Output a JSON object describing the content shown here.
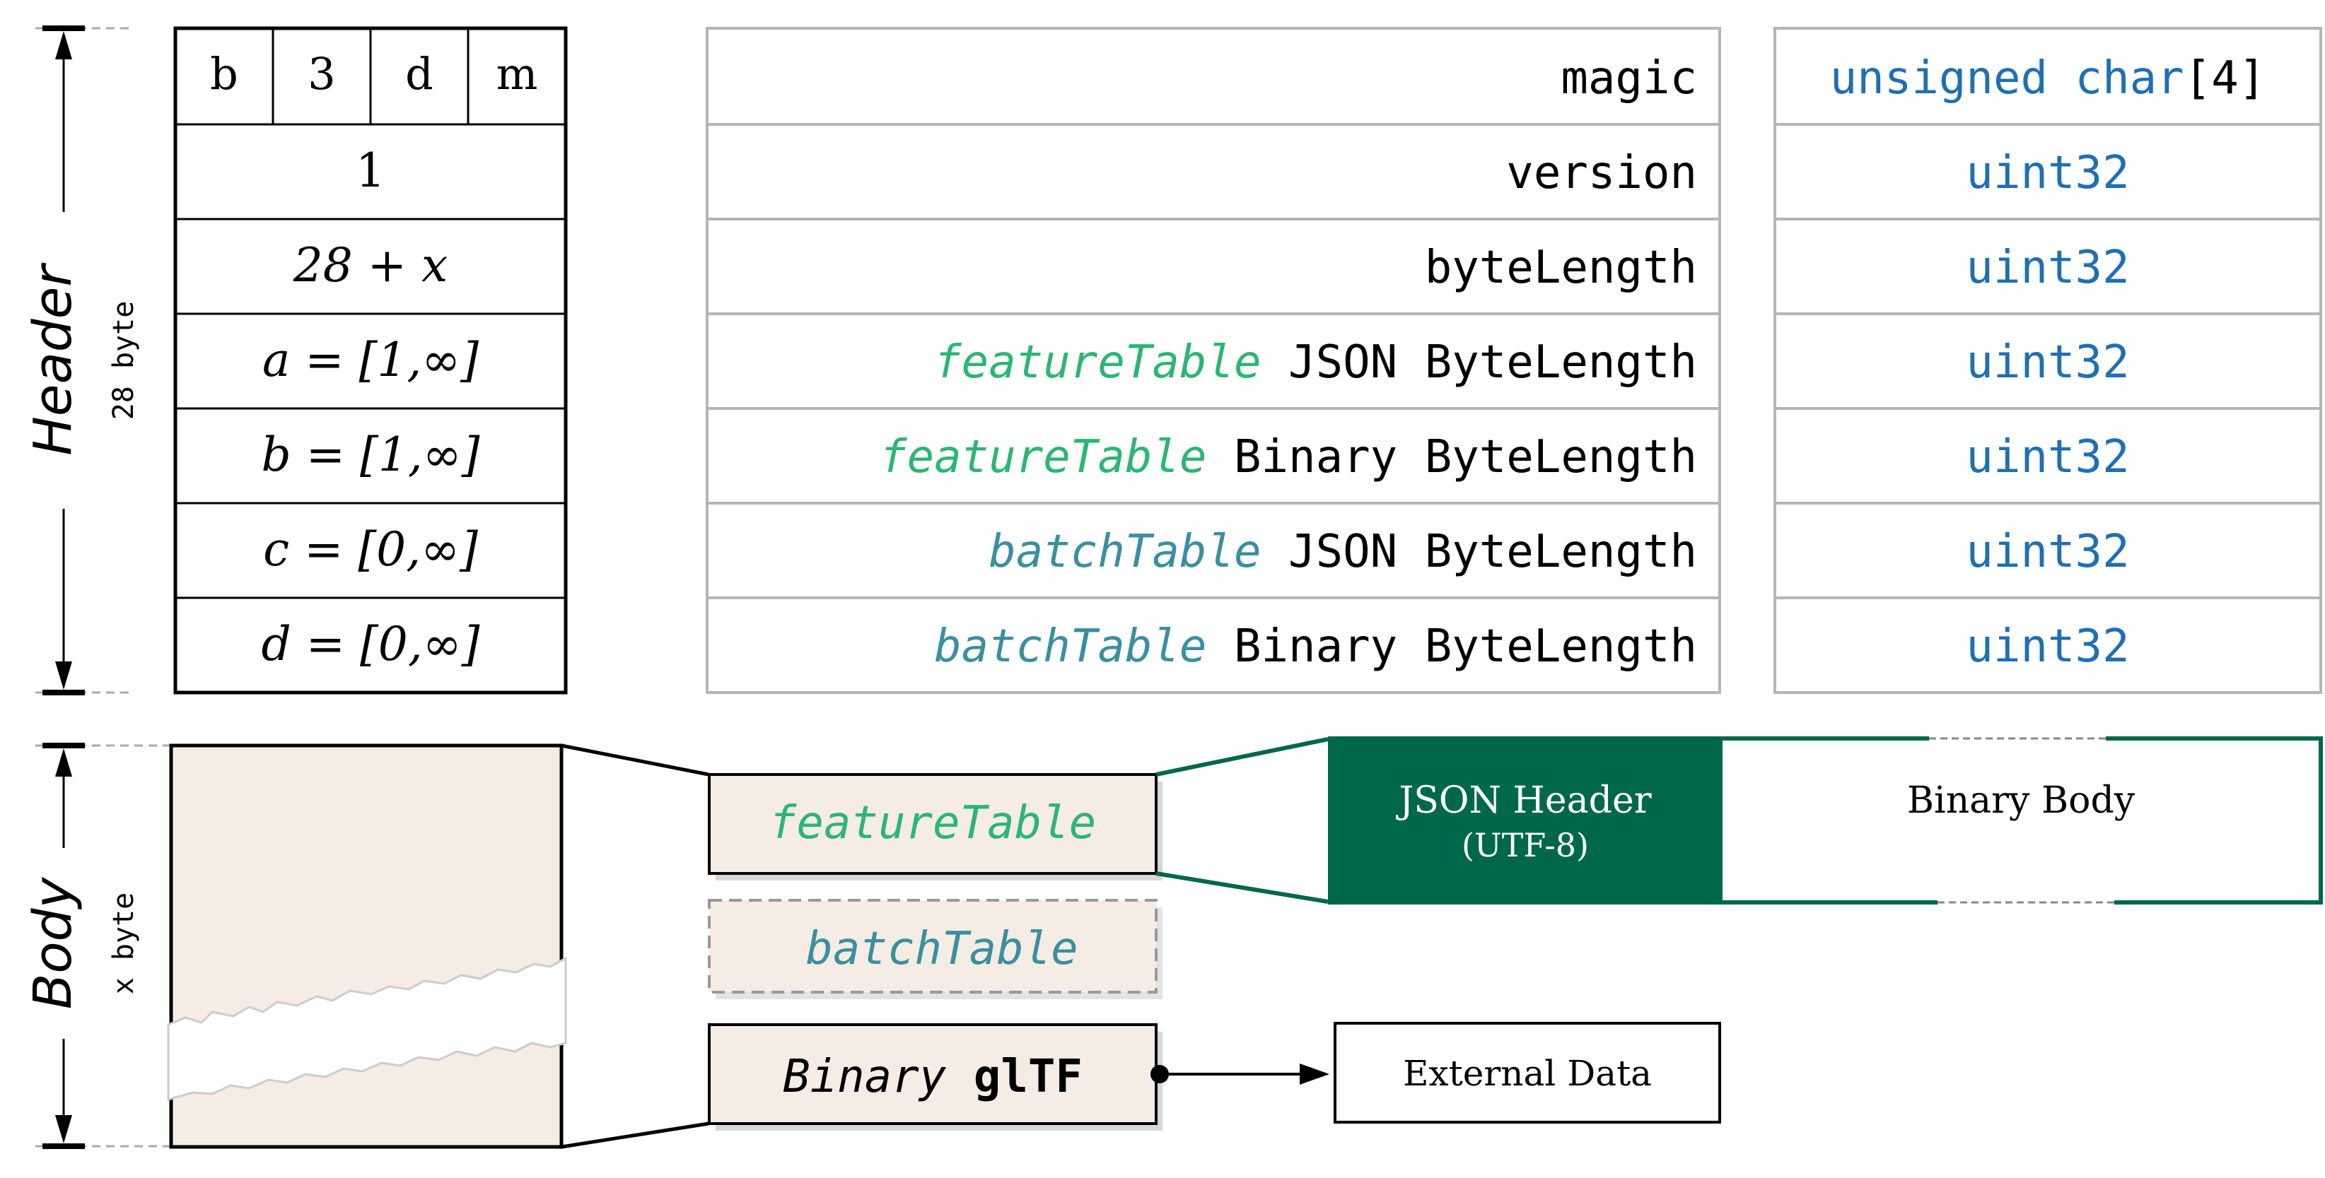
{
  "header": {
    "label": "Header",
    "size": "28 byte",
    "magic_chars": [
      "b",
      "3",
      "d",
      "m"
    ],
    "cells": [
      "1",
      "28 + x",
      "a = [1,∞]",
      "b = [1,∞]",
      "c = [0,∞]",
      "d = [0,∞]"
    ],
    "fields": [
      {
        "prefix": "",
        "prefix_kind": "",
        "name": "magic",
        "type": "unsigned char[4]"
      },
      {
        "prefix": "",
        "prefix_kind": "",
        "name": "version",
        "type": "uint32"
      },
      {
        "prefix": "",
        "prefix_kind": "",
        "name": "byteLength",
        "type": "uint32"
      },
      {
        "prefix": "featureTable",
        "prefix_kind": "feature",
        "name": "JSON ByteLength",
        "type": "uint32"
      },
      {
        "prefix": "featureTable",
        "prefix_kind": "feature",
        "name": "Binary ByteLength",
        "type": "uint32"
      },
      {
        "prefix": "batchTable",
        "prefix_kind": "batch",
        "name": "JSON ByteLength",
        "type": "uint32"
      },
      {
        "prefix": "batchTable",
        "prefix_kind": "batch",
        "name": "Binary ByteLength",
        "type": "uint32"
      }
    ]
  },
  "body": {
    "label": "Body",
    "size": "x byte",
    "feature_table": "featureTable",
    "batch_table": "batchTable",
    "gltf_prefix": "Binary",
    "gltf_name": "glTF",
    "json_header_line1": "JSON Header",
    "json_header_line2": "(UTF-8)",
    "binary_body": "Binary Body",
    "external_data": "External Data"
  },
  "colors": {
    "feature_green": "#2bb673",
    "batch_teal": "#3a8fa0",
    "type_blue": "#1f6fb5",
    "dark_green": "#00684a",
    "body_fill": "#f5ece4",
    "grid_gray": "#b5b5b5"
  }
}
